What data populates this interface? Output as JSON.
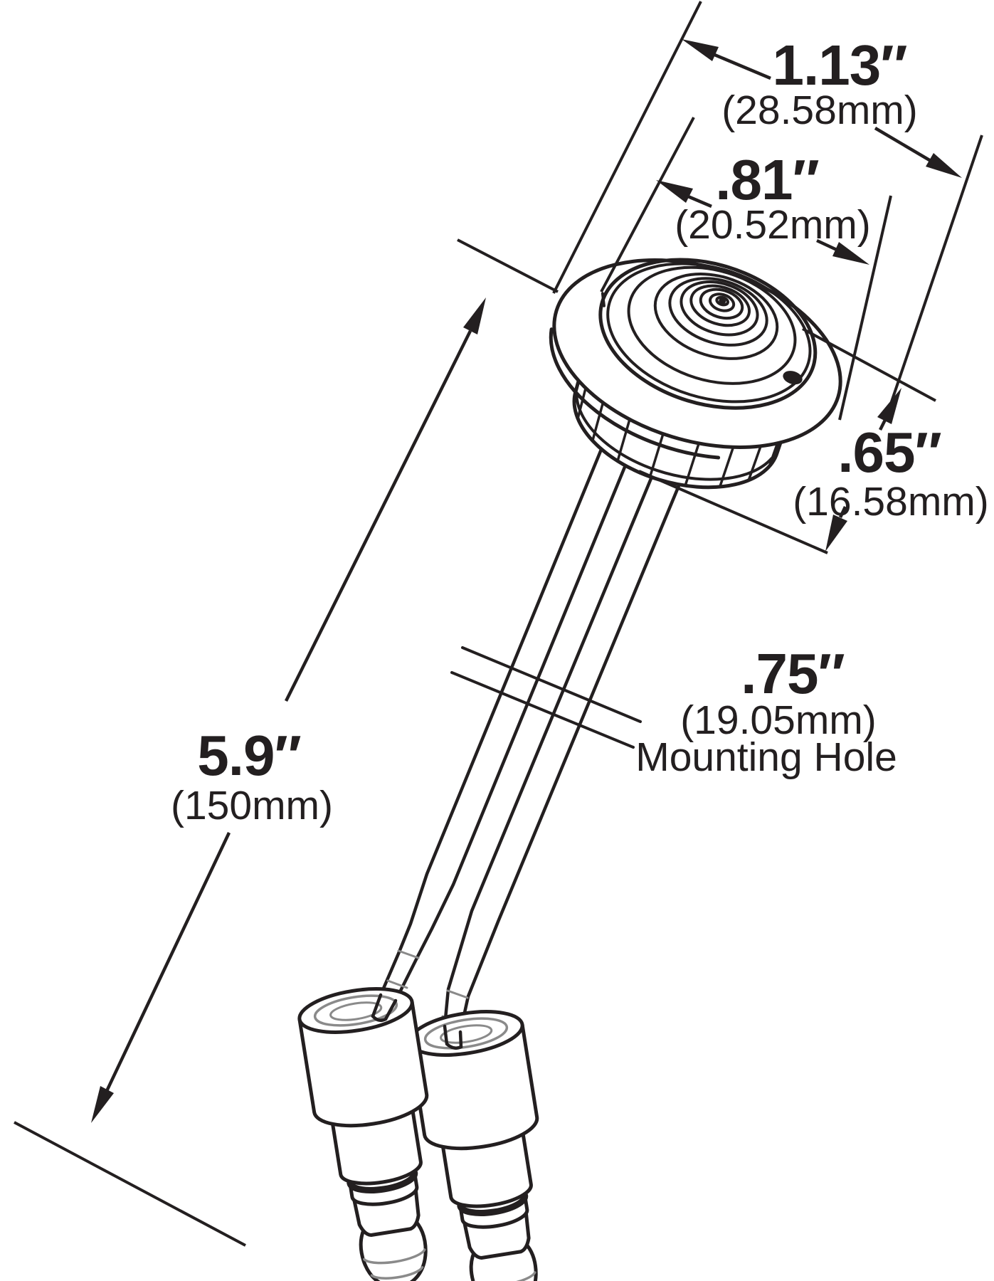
{
  "diagram": {
    "ink_color": "#231f20",
    "background": "#ffffff",
    "dims": {
      "overall_diameter": {
        "in": "1.13″",
        "mm": "(28.58mm)"
      },
      "lens_diameter": {
        "in": ".81″",
        "mm": "(20.52mm)"
      },
      "height": {
        "in": ".65″",
        "mm": "(16.58mm)"
      },
      "wire_length": {
        "in": "5.9″",
        "mm": "(150mm)"
      },
      "mounting_hole": {
        "in": ".75″",
        "mm": "(19.05mm)",
        "note": "Mounting Hole"
      }
    }
  }
}
